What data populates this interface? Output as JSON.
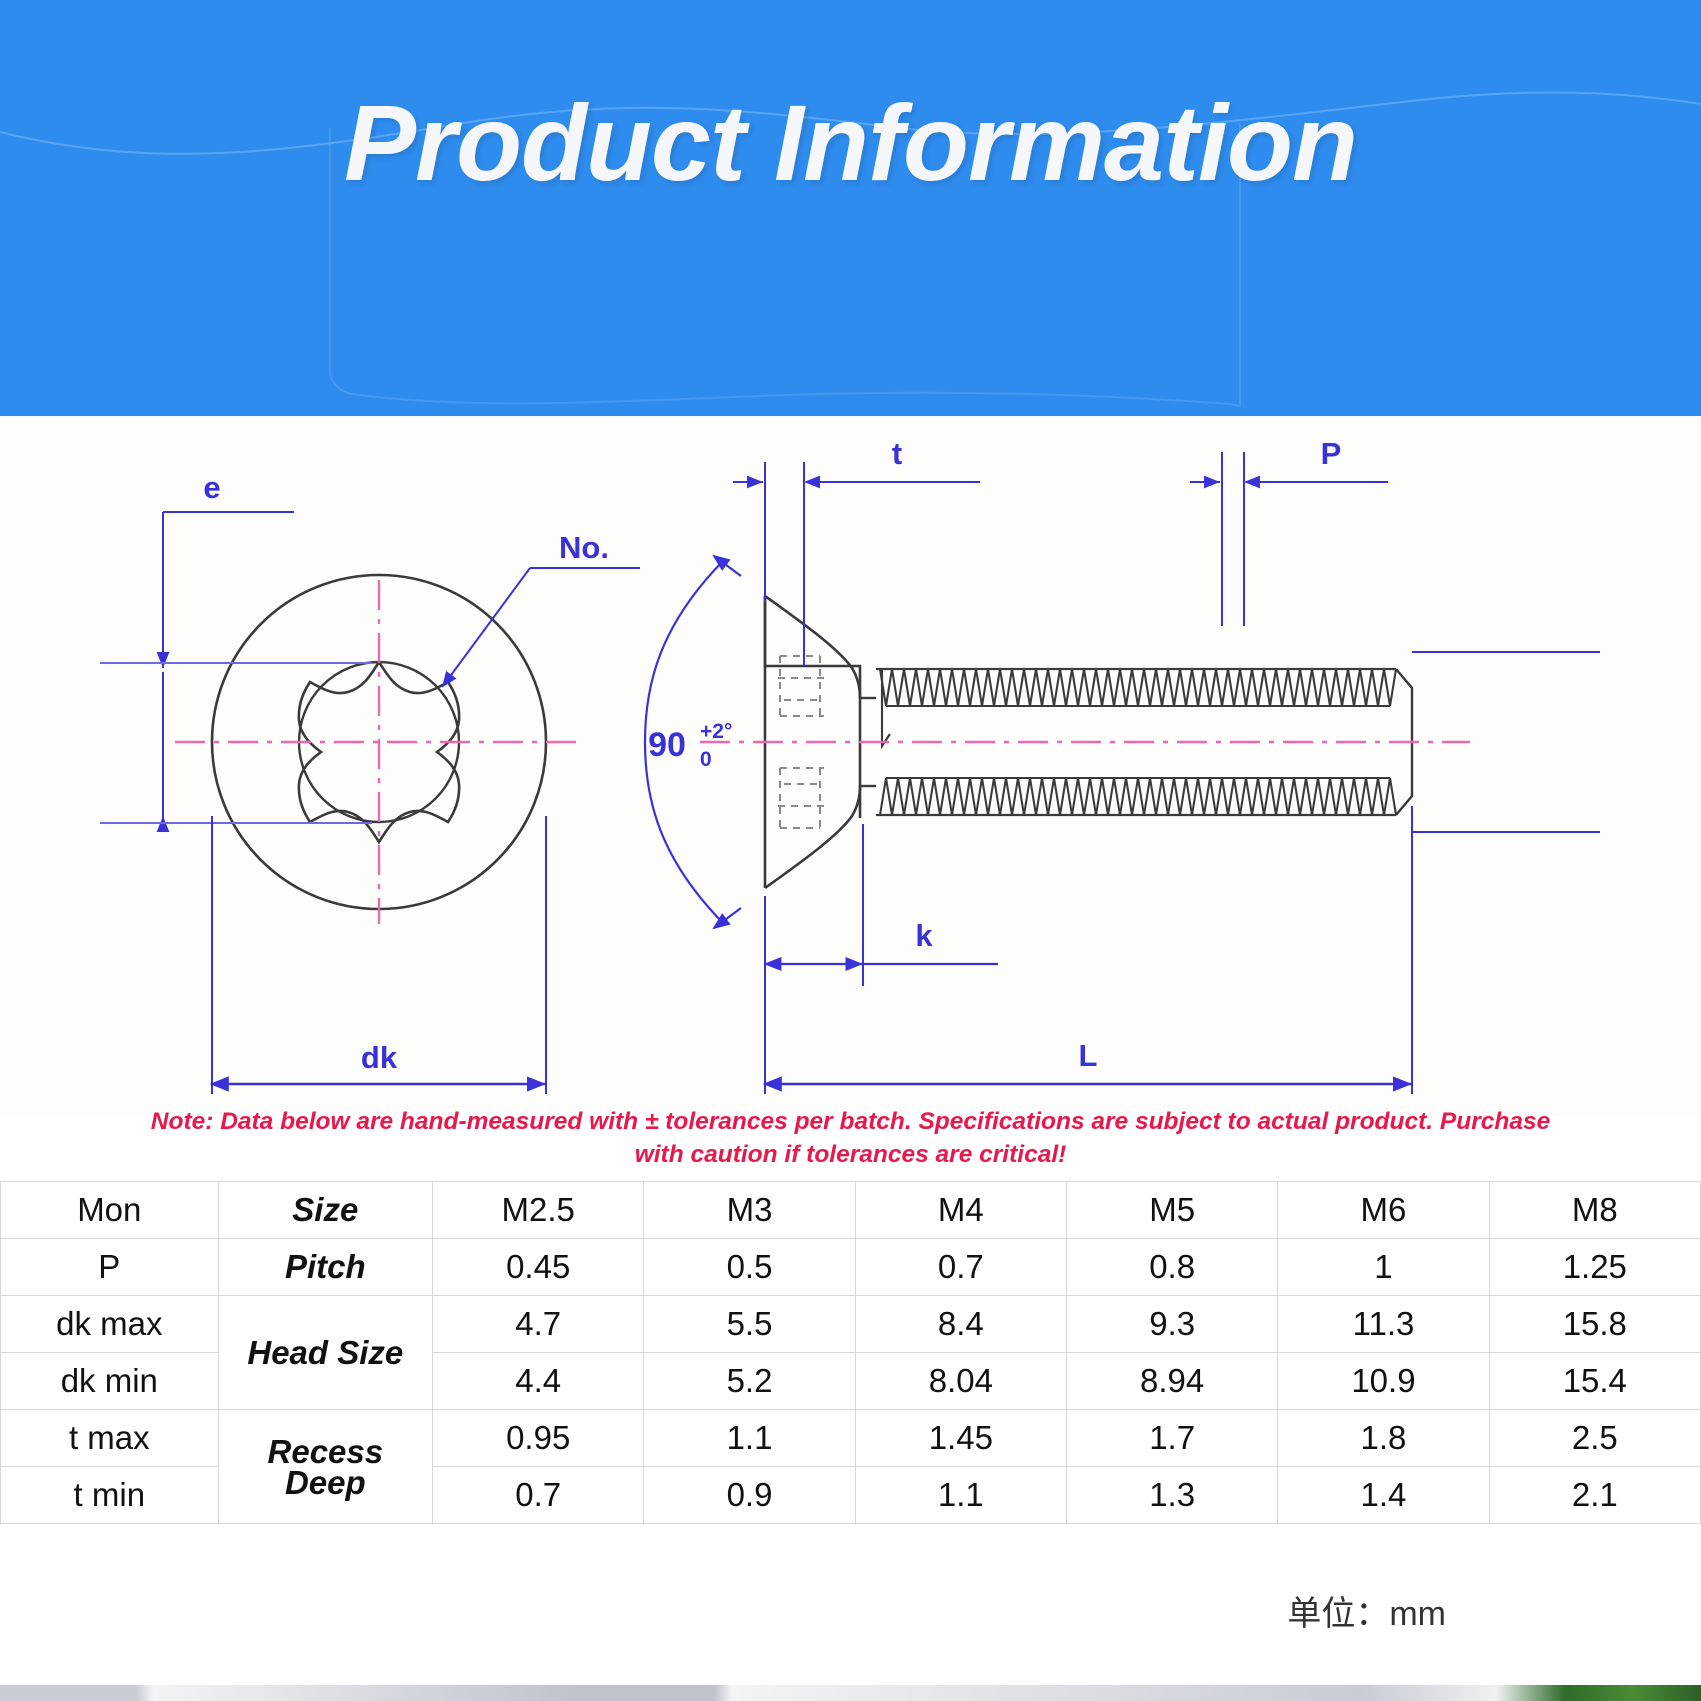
{
  "banner": {
    "title": "Product Information",
    "bg_color": "#2e8cee",
    "title_color": "#f5f7fa"
  },
  "drawing": {
    "line_color": "#3a32d8",
    "center_line_color": "#e86ab0",
    "part_color": "#3a3a3a",
    "labels": {
      "e": "e",
      "no": "No.",
      "t": "t",
      "p": "P",
      "k": "k",
      "dk": "dk",
      "l": "L",
      "angle_value": "90",
      "angle_upper_tol": "+2°",
      "angle_lower_tol": "0"
    }
  },
  "note": {
    "line1": "Note: Data below are hand-measured with ± tolerances per batch. Specifications are subject to actual product. Purchase",
    "line2": "with caution if tolerances are critical!",
    "color": "#e8174c"
  },
  "table": {
    "rows": [
      {
        "mon": "Mon",
        "group": "Size",
        "group_rowspan": 1,
        "values": [
          "M2.5",
          "M3",
          "M4",
          "M5",
          "M6",
          "M8"
        ]
      },
      {
        "mon": "P",
        "group": "Pitch",
        "group_rowspan": 1,
        "values": [
          "0.45",
          "0.5",
          "0.7",
          "0.8",
          "1",
          "1.25"
        ]
      },
      {
        "mon": "dk max",
        "group": "Head Size",
        "group_rowspan": 2,
        "values": [
          "4.7",
          "5.5",
          "8.4",
          "9.3",
          "11.3",
          "15.8"
        ]
      },
      {
        "mon": "dk min",
        "group": null,
        "group_rowspan": 0,
        "values": [
          "4.4",
          "5.2",
          "8.04",
          "8.94",
          "10.9",
          "15.4"
        ]
      },
      {
        "mon": "t max",
        "group": "Recess Deep",
        "group_line1": "Recess",
        "group_line2": "Deep",
        "group_rowspan": 2,
        "values": [
          "0.95",
          "1.1",
          "1.45",
          "1.7",
          "1.8",
          "2.5"
        ]
      },
      {
        "mon": "t min",
        "group": null,
        "group_rowspan": 0,
        "values": [
          "0.7",
          "0.9",
          "1.1",
          "1.3",
          "1.4",
          "2.1"
        ]
      }
    ]
  },
  "unit_label": "单位：mm"
}
